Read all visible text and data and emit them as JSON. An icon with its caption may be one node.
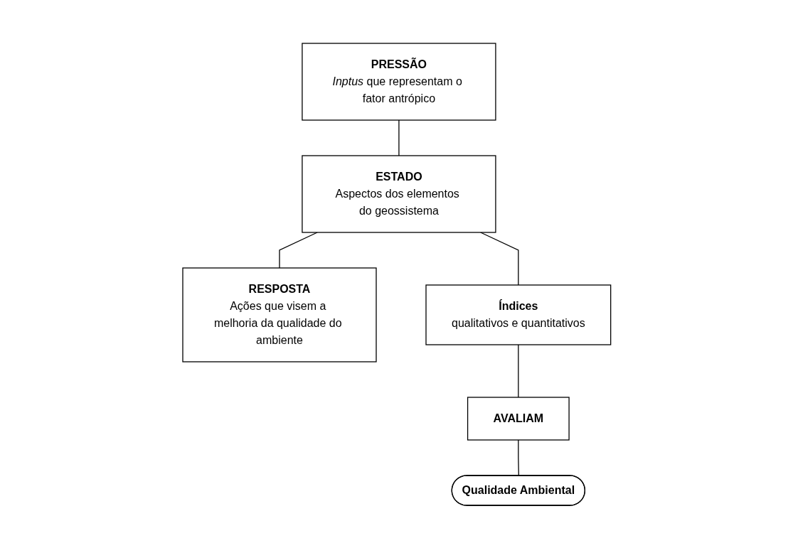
{
  "diagram": {
    "nodes": [
      {
        "text": [
          "PRESSÃO",
          "*Inptus* que representam o fator antrópico"
        ]
      },
      {
        "text": [
          "ESTADO",
          "Aspectos dos elementos do geossistema"
        ]
      },
      {
        "text": [
          "RESPOSTA",
          "Ações que visem a melhoria da qualidade do ambiente"
        ]
      },
      {
        "text": [
          "Índices",
          "qualitativos e quantitativos"
        ]
      },
      {
        "text": [
          "AVALIAM"
        ]
      },
      {
        "text": [
          "Qualidade Ambiental"
        ]
      }
    ],
    "edges": [
      {
        "from": 0,
        "to": 1,
        "arrow": "none"
      },
      {
        "from": 1,
        "to": 2,
        "arrow": "none"
      },
      {
        "from": 1,
        "to": 3,
        "arrow": "none"
      },
      {
        "from": 3,
        "to": 4,
        "arrow": "none"
      },
      {
        "from": 4,
        "to": 5,
        "arrow": "none"
      }
    ]
  }
}
